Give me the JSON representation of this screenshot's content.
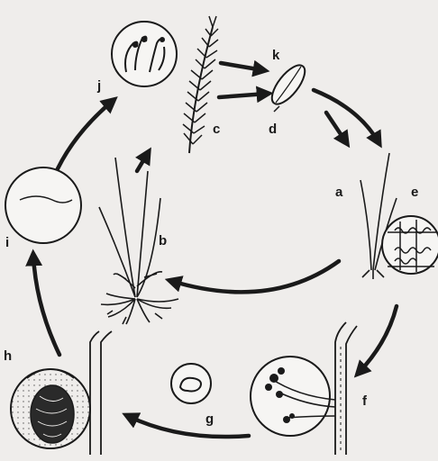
{
  "diagram": {
    "labels": {
      "a": "a",
      "b": "b",
      "c": "c",
      "d": "d",
      "e": "e",
      "f": "f",
      "g": "g",
      "h": "h",
      "i": "i",
      "j": "j",
      "k": "k"
    }
  },
  "colors": {
    "background": "#efedeb",
    "ink": "#1a1a1a",
    "shade": "#c9c6c2"
  }
}
